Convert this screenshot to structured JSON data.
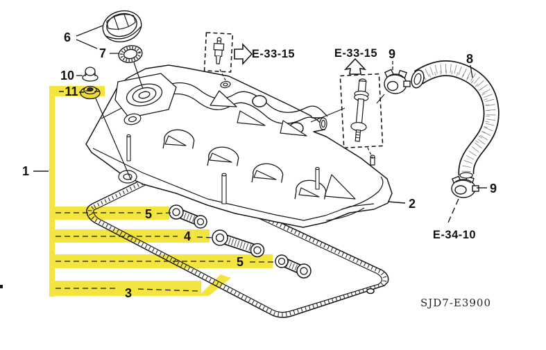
{
  "diagram": {
    "type": "parts-exploded-diagram",
    "subject": "cylinder-head-cover",
    "code": "SJD7-E3900",
    "colors": {
      "highlight_yellow": "#F3E43E",
      "line_art": "#161616",
      "background": "#FFFFFF"
    },
    "callouts": {
      "n1": "1",
      "n2": "2",
      "n3": "3",
      "n4": "4",
      "n5_upper": "5",
      "n5_lower": "5",
      "n6": "6",
      "n7": "7",
      "n8": "8",
      "n9_upper": "9",
      "n9_lower": "9",
      "n10": "10",
      "n11": "11"
    },
    "highlighted_callouts": [
      "1",
      "3",
      "4",
      "5",
      "11"
    ],
    "references": {
      "e33_15_left": "E-33-15",
      "e33_15_right": "E-33-15",
      "e34_10": "E-34-10"
    }
  }
}
